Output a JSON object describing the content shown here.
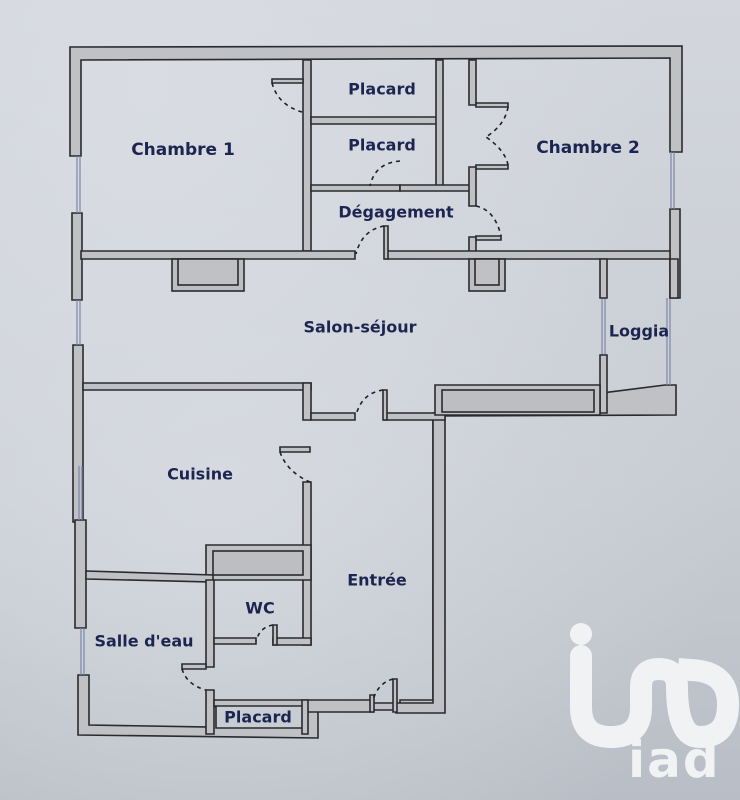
{
  "plan": {
    "colors": {
      "background": "#c9ced6",
      "wall_fill": "#bfc1c4",
      "wall_stroke": "#2a2a2e",
      "label_text": "#1b2550",
      "window": "#7c86a8",
      "logo": "#f1f2f4"
    },
    "rooms": [
      {
        "id": "chambre-1",
        "label": "Chambre 1"
      },
      {
        "id": "placard-top",
        "label": "Placard"
      },
      {
        "id": "placard-middle",
        "label": "Placard"
      },
      {
        "id": "degagement",
        "label": "Dégagement"
      },
      {
        "id": "chambre-2",
        "label": "Chambre 2"
      },
      {
        "id": "salon-sejour",
        "label": "Salon-séjour"
      },
      {
        "id": "loggia",
        "label": "Loggia"
      },
      {
        "id": "cuisine",
        "label": "Cuisine"
      },
      {
        "id": "entree",
        "label": "Entrée"
      },
      {
        "id": "wc",
        "label": "WC"
      },
      {
        "id": "salle-d-eau",
        "label": "Salle d'eau"
      },
      {
        "id": "placard-bottom",
        "label": "Placard"
      }
    ]
  },
  "logo": {
    "brand": "iad",
    "icon": "iad-logo-icon"
  }
}
